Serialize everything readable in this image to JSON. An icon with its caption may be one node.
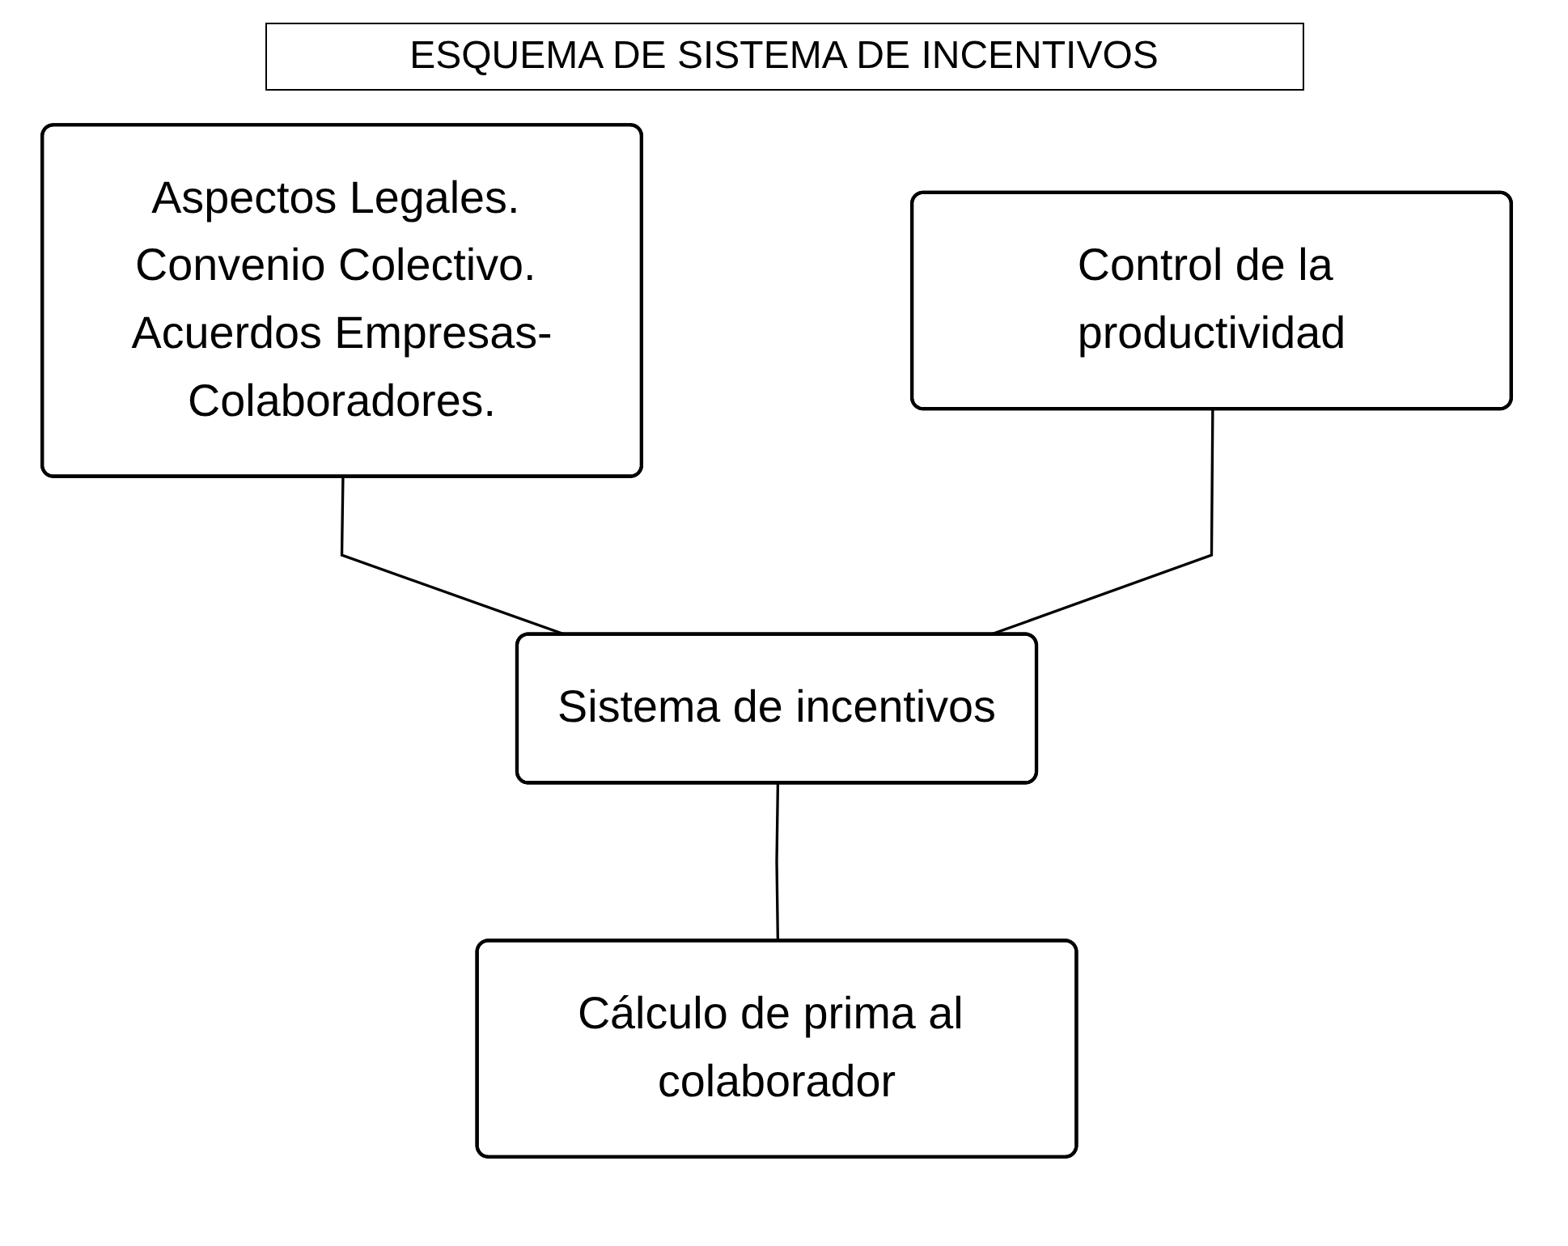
{
  "diagram": {
    "title": "ESQUEMA DE SISTEMA DE INCENTIVOS",
    "nodes": [
      {
        "text": [
          "Aspectos Legales. Convenio Colectivo. Acuerdos Empresas-Colaboradores."
        ]
      },
      {
        "text": [
          "Control de la productividad"
        ]
      },
      {
        "text": [
          "Sistema de incentivos"
        ]
      },
      {
        "text": [
          "Cálculo de prima al colaborador"
        ]
      }
    ],
    "edges": [
      {
        "from": 0,
        "to": 2,
        "arrow": "none"
      },
      {
        "from": 1,
        "to": 2,
        "arrow": "none"
      },
      {
        "from": 2,
        "to": 3,
        "arrow": "none"
      }
    ]
  }
}
